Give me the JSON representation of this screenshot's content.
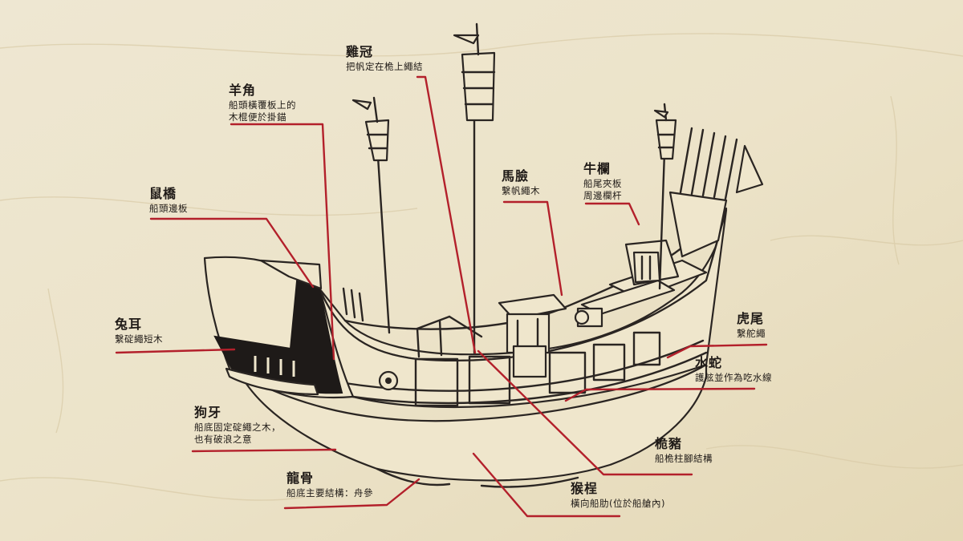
{
  "labels": {
    "jiguan": {
      "title": "雞冠",
      "desc": [
        "把帆定在桅上繩結"
      ]
    },
    "yangjiao": {
      "title": "羊角",
      "desc": [
        "船頭橫覆板上的",
        "木棍便於掛錨"
      ]
    },
    "shuqiao": {
      "title": "鼠橋",
      "desc": [
        "船頭邊板"
      ]
    },
    "tuer": {
      "title": "兔耳",
      "desc": [
        "繫碇繩短木"
      ]
    },
    "gouya": {
      "title": "狗牙",
      "desc": [
        "船底固定碇繩之木，",
        "也有破浪之意"
      ]
    },
    "longgu": {
      "title": "龍骨",
      "desc": [
        "船底主要結構：舟參"
      ]
    },
    "houkuang": {
      "title": "猴桯",
      "desc": [
        "橫向船肋(位於船艙內)"
      ]
    },
    "weizhu": {
      "title": "桅豬",
      "desc": [
        "船桅柱腳結構"
      ]
    },
    "shuishe": {
      "title": "水蛇",
      "desc": [
        "護舷並作為吃水線"
      ]
    },
    "huwei": {
      "title": "虎尾",
      "desc": [
        "繫舵繩"
      ]
    },
    "malian": {
      "title": "馬臉",
      "desc": [
        "繫帆繩木"
      ]
    },
    "niulan": {
      "title": "牛欄",
      "desc": [
        "船尾夾板",
        "周邊欄杆"
      ]
    }
  },
  "colors": {
    "background": "#ece4cc",
    "ink": "#2a2522",
    "leader": "#b3202b"
  }
}
